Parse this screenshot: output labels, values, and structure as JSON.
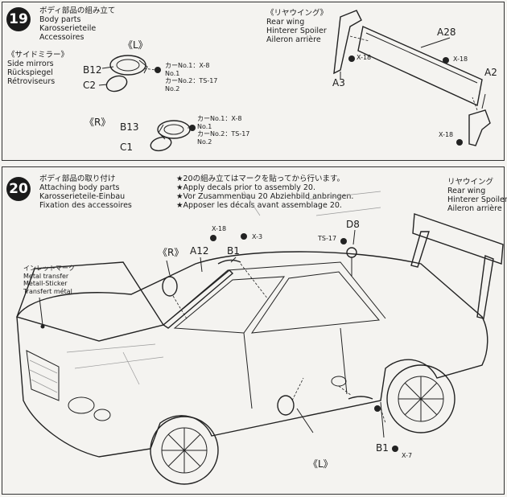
{
  "step19": {
    "number": "19",
    "title_jp": "ボディ部品の組み立て",
    "title_en": "Body parts",
    "title_de": "Karosserieteile",
    "title_fr": "Accessoires",
    "mirrors_jp": "《サイドミラー》",
    "mirrors_en": "Side mirrors",
    "mirrors_de": "Rückspiegel",
    "mirrors_fr": "Rétroviseurs",
    "left_marker": "《L》",
    "right_marker": "《R》",
    "left_parts": [
      "B12",
      "C2"
    ],
    "right_parts": [
      "B13",
      "C1"
    ],
    "car1_left": "カーNo.1：X-8",
    "car1_left_no": "No.1",
    "car2_left": "カーNo.2：TS-17",
    "car2_left_no": "No.2",
    "car1_right": "カーNo.1：X-8",
    "car1_right_no": "No.1",
    "car2_right": "カーNo.2：TS-17",
    "car2_right_no": "No.2",
    "wing_jp": "《リヤウイング》",
    "wing_en": "Rear wing",
    "wing_de": "Hinterer Spoiler",
    "wing_fr": "Aileron arrière",
    "wing_parts": [
      "A28",
      "A3",
      "A2"
    ],
    "x18_a": "X-18",
    "x18_b": "X-18",
    "x18_c": "X-18"
  },
  "step20": {
    "number": "20",
    "title_jp": "ボディ部品の取り付け",
    "title_en": "Attaching body parts",
    "title_de": "Karosserieteile-Einbau",
    "title_fr": "Fixation des accessoires",
    "note_jp": "★20の組み立てはマークを貼ってから行います。",
    "note_en": "★Apply decals prior to assembly 20.",
    "note_de": "★Vor Zusammenbau 20 Abziehbild anbringen.",
    "note_fr": "★Apposer les décals avant assemblage 20.",
    "wing_jp": "リヤウイング",
    "wing_en": "Rear wing",
    "wing_de": "Hinterer Spoiler",
    "wing_fr": "Aileron arrière",
    "inlet_jp": "インレットマーク",
    "inlet_en": "Metal transfer",
    "inlet_de": "Metall-Sticker",
    "inlet_fr": "Transfert métal",
    "right_marker": "《R》",
    "left_marker": "《L》",
    "part_a12": "A12",
    "part_b1_top": "B1",
    "part_d8": "D8",
    "part_b1_bottom": "B1",
    "paint_x18": "X-18",
    "paint_x3": "X-3",
    "paint_ts17": "TS-17",
    "paint_x7": "X-7"
  }
}
